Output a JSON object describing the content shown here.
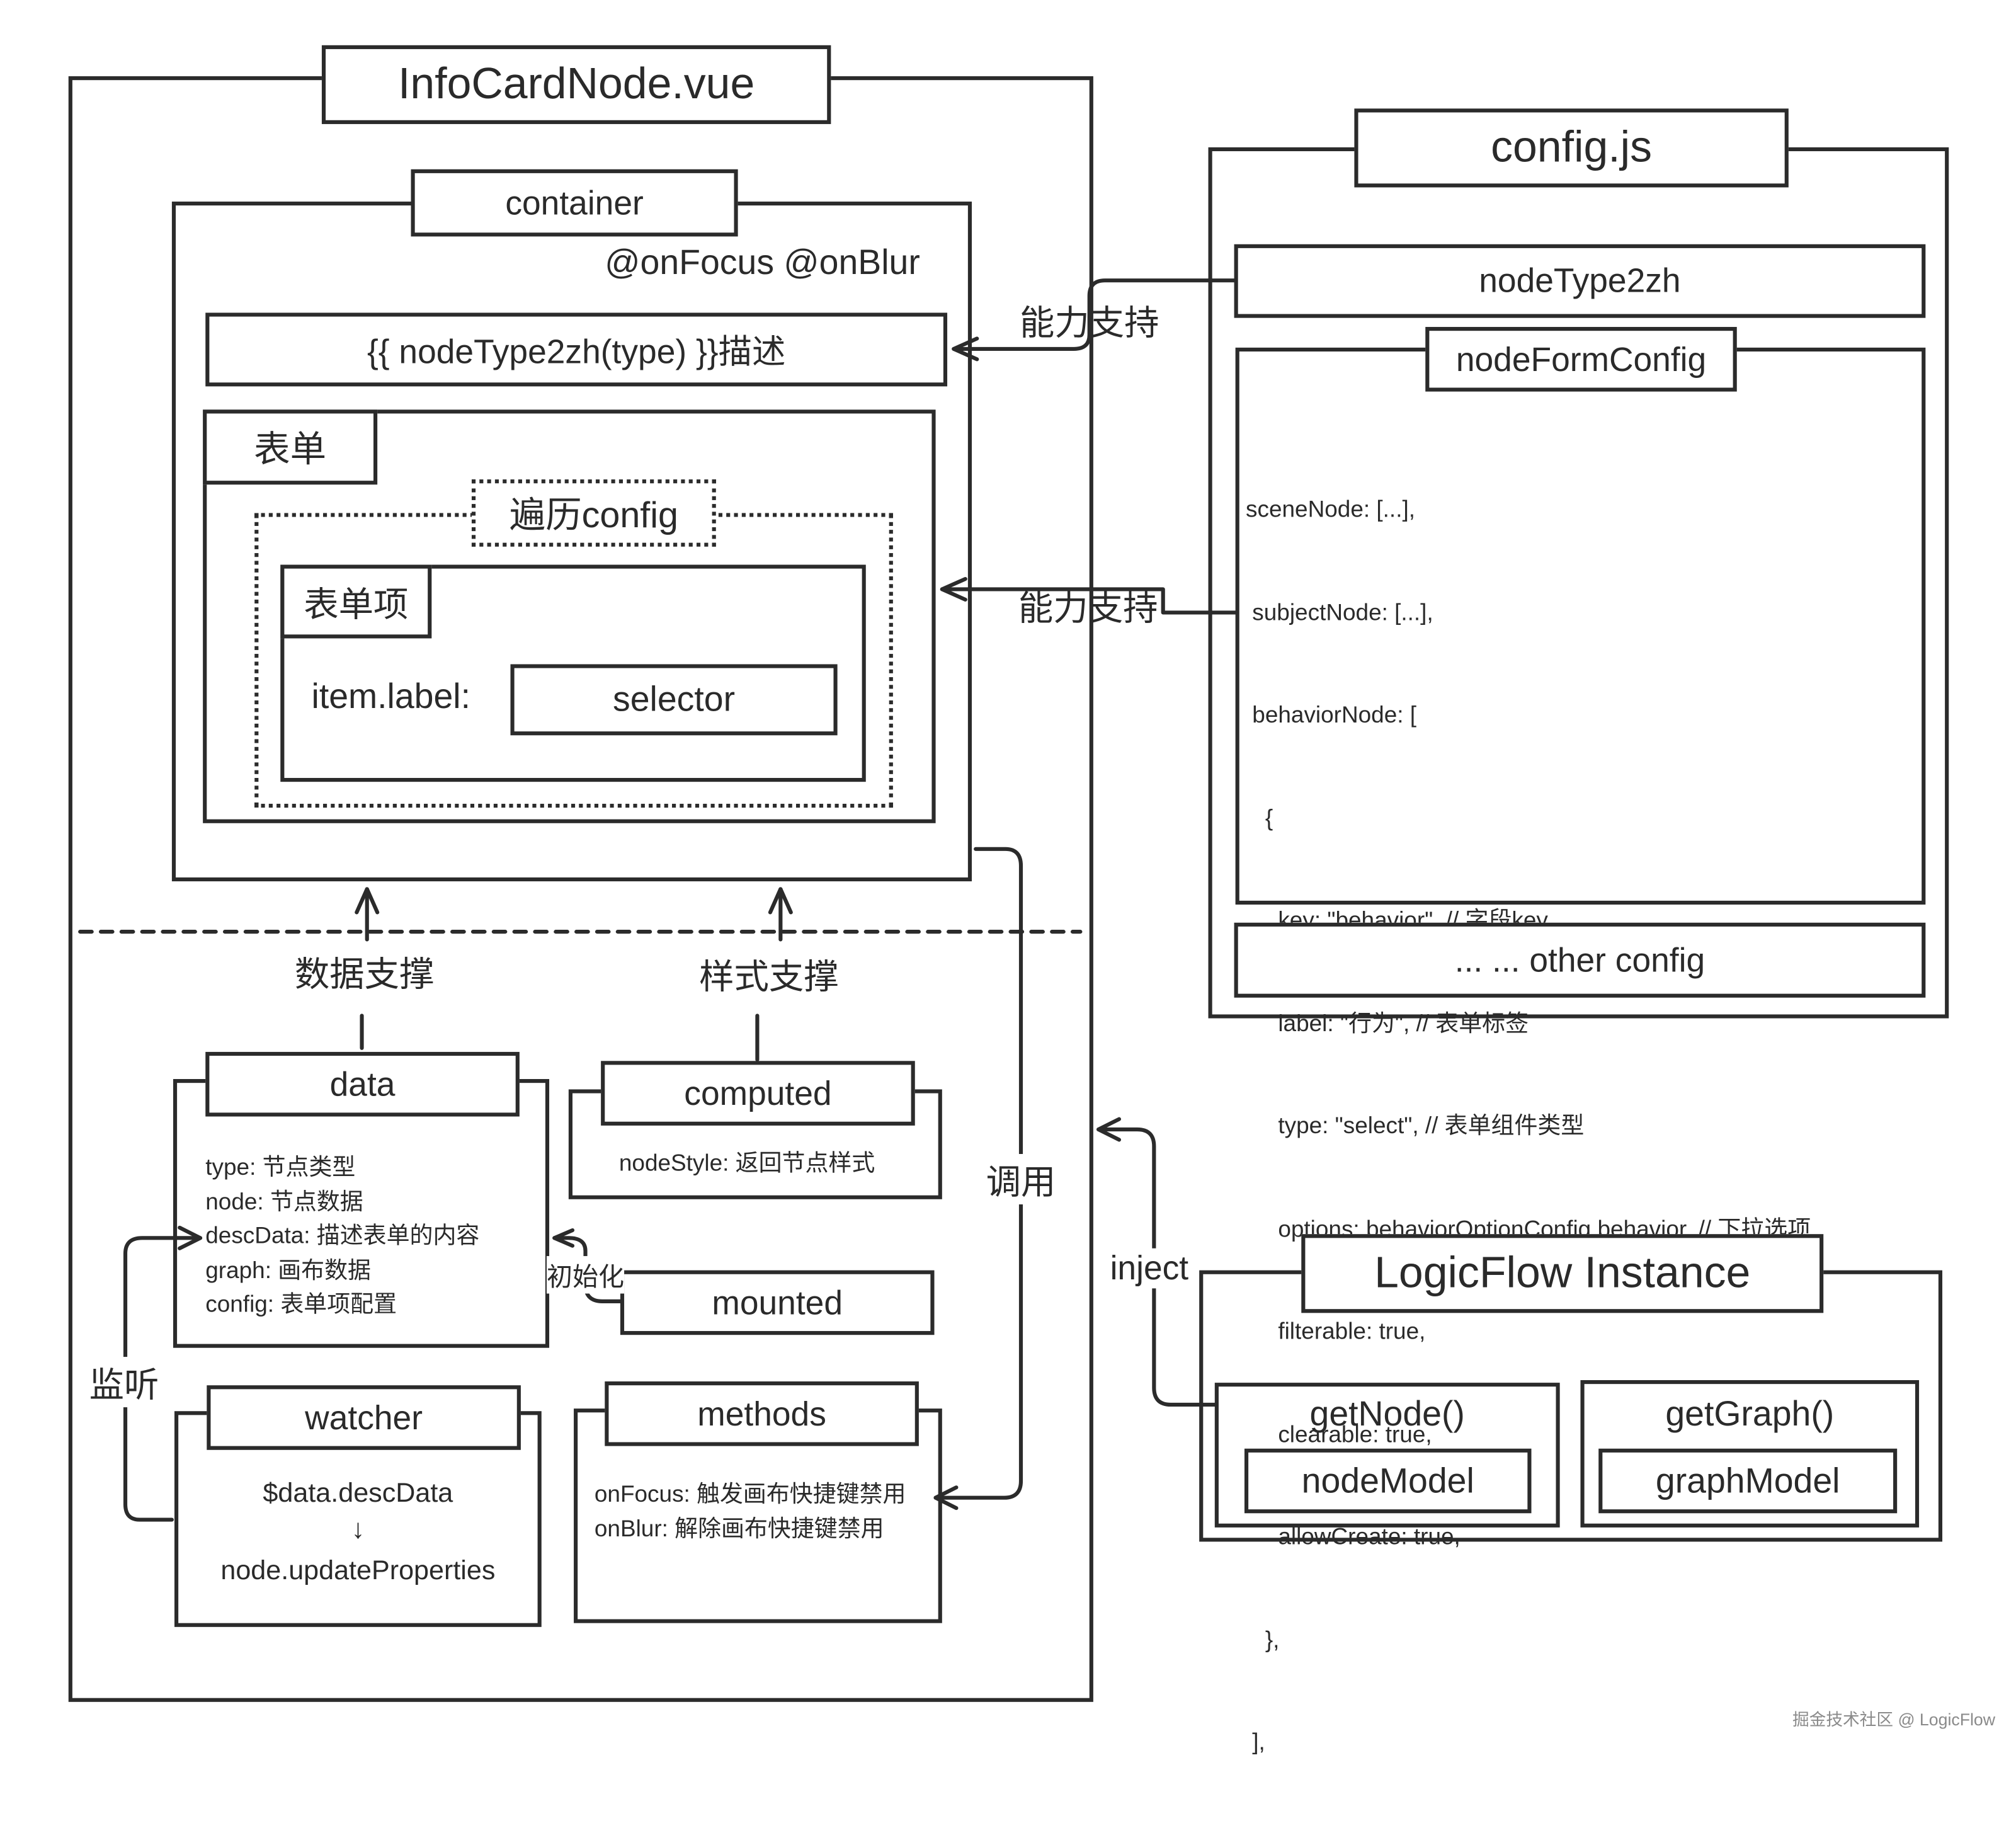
{
  "component": {
    "title": "InfoCardNode.vue",
    "container": {
      "title": "container",
      "events": "@onFocus @onBlur",
      "description": "{{ nodeType2zh(type) }}描述",
      "form": {
        "title": "表单",
        "loop_label": "遍历config",
        "item": {
          "title": "表单项",
          "label_text": "item.label:",
          "selector": "selector"
        }
      }
    },
    "data": {
      "title": "data",
      "lines": [
        "type: 节点类型",
        "node: 节点数据",
        "descData: 描述表单的内容",
        "graph: 画布数据",
        "config: 表单项配置"
      ]
    },
    "computed": {
      "title": "computed",
      "lines": [
        "nodeStyle: 返回节点样式"
      ]
    },
    "mounted": {
      "title": "mounted"
    },
    "watcher": {
      "title": "watcher",
      "lines": [
        "$data.descData",
        "↓",
        "node.updateProperties"
      ]
    },
    "methods": {
      "title": "methods",
      "lines": [
        "onFocus: 触发画布快捷键禁用",
        "onBlur: 解除画布快捷键禁用"
      ]
    }
  },
  "config": {
    "title": "config.js",
    "nodeType2zh": "nodeType2zh",
    "nodeFormConfig": {
      "title": "nodeFormConfig",
      "code_lines": [
        "sceneNode: [...],",
        " subjectNode: [...],",
        " behaviorNode: [",
        "   {",
        "     key: \"behavior\", // 字段key",
        "     label: \"行为\", // 表单标签",
        "     type: \"select\", // 表单组件类型",
        "     options: behaviorOptionConfig.behavior, // 下拉选项",
        "     filterable: true,",
        "     clearable: true,",
        "     allowCreate: true,",
        "   },",
        " ],"
      ]
    },
    "other": "... ... other config"
  },
  "logicflow": {
    "title": "LogicFlow Instance",
    "getNode": {
      "title": "getNode()",
      "model": "nodeModel"
    },
    "getGraph": {
      "title": "getGraph()",
      "model": "graphModel"
    }
  },
  "arrows": {
    "ability_support_1": "能力支持",
    "ability_support_2": "能力支持",
    "data_support": "数据支撑",
    "style_support": "样式支撑",
    "init": "初始化",
    "listen": "监听",
    "call": "调用",
    "inject": "inject"
  },
  "watermark": "掘金技术社区 @ LogicFlow"
}
